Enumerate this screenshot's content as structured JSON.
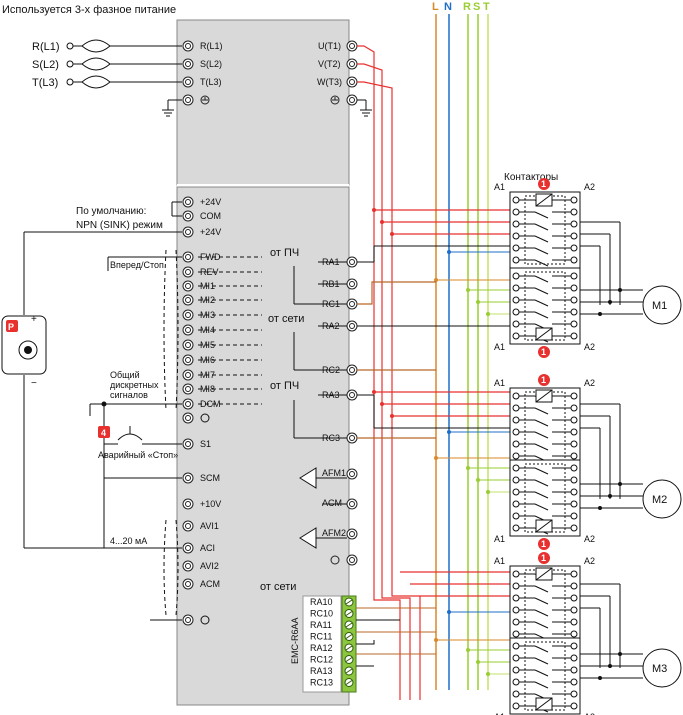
{
  "header": {
    "title": "Используется 3-х фазное питание"
  },
  "supply_labels": [
    "R(L1)",
    "S(L2)",
    "T(L3)"
  ],
  "line_letters": [
    "L",
    "N",
    "R",
    "S",
    "T"
  ],
  "input_terms": [
    "R(L1)",
    "S(L2)",
    "T(L3)"
  ],
  "output_terms": [
    "U(T1)",
    "V(T2)",
    "W(T3)"
  ],
  "notes": {
    "default_mode_1": "По умолчанию:",
    "default_mode_2": "NPN (SINK) режим",
    "fwd_stop": "Вперед/Стоп",
    "common_1": "Общий",
    "common_2": "дискретных",
    "common_3": "сигналов",
    "emergency": "Аварийный «Стоп»",
    "current_range": "4...20 мА",
    "contactors": "Контакторы",
    "from_vfd_1": "от ПЧ",
    "from_grid_1": "от сети",
    "from_vfd_2": "от ПЧ",
    "from_grid_2": "от сети",
    "emc_card": "EMC-R6AA",
    "badge_4": "4"
  },
  "control_terms": [
    "+24V",
    "COM",
    "+24V",
    "FWD",
    "REV",
    "MI1",
    "MI2",
    "MI3",
    "MI4",
    "MI5",
    "MI6",
    "MI7",
    "MI8",
    "DCM"
  ],
  "analog_terms": [
    "S1",
    "SCM",
    "+10V",
    "AVI1",
    "ACI",
    "AVI2",
    "ACM"
  ],
  "relay_terms": [
    "RA1",
    "RB1",
    "RC1",
    "RA2",
    "RC2",
    "RA3",
    "RC3"
  ],
  "afm_terms": [
    "AFM1",
    "ACM",
    "AFM2"
  ],
  "emc_terms": [
    "RA10",
    "RC10",
    "RA11",
    "RC11",
    "RA12",
    "RC12",
    "RA13",
    "RC13"
  ],
  "motors": [
    "M1",
    "M2",
    "M3"
  ],
  "contactor_labels": {
    "a1": "A1",
    "a2": "A2",
    "badge": "1"
  },
  "colors": {
    "phase_r": "#e8312f",
    "neutral": "#1f6fc9",
    "line_l": "#d98a2a",
    "phase_s": "#9acd32",
    "phase_t": "#c3e26b",
    "relay_common": "#b8692a",
    "badge": "#e8312f",
    "body": "#d9d9d9"
  }
}
